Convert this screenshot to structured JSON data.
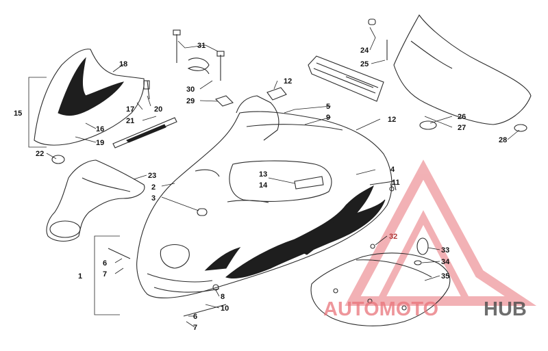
{
  "labels": {
    "n1": "1",
    "n2": "2",
    "n3": "3",
    "n4": "4",
    "n5": "5",
    "n6a": "6",
    "n6b": "6",
    "n7a": "7",
    "n7b": "7",
    "n8": "8",
    "n9": "9",
    "n10": "10",
    "n11": "11",
    "n12a": "12",
    "n12b": "12",
    "n13": "13",
    "n14": "14",
    "n15": "15",
    "n16": "16",
    "n17": "17",
    "n18": "18",
    "n19": "19",
    "n20": "20",
    "n21": "21",
    "n22": "22",
    "n23": "23",
    "n24": "24",
    "n25": "25",
    "n26": "26",
    "n27": "27",
    "n28": "28",
    "n29": "29",
    "n30": "30",
    "n31": "31",
    "n32": "32",
    "n33": "33",
    "n34": "34",
    "n35": "35"
  },
  "watermark": {
    "part1": "AUTOMOTO",
    "part2": "HUB",
    "color_accent": "#e8737a",
    "color_dark": "#4a4a4a"
  }
}
